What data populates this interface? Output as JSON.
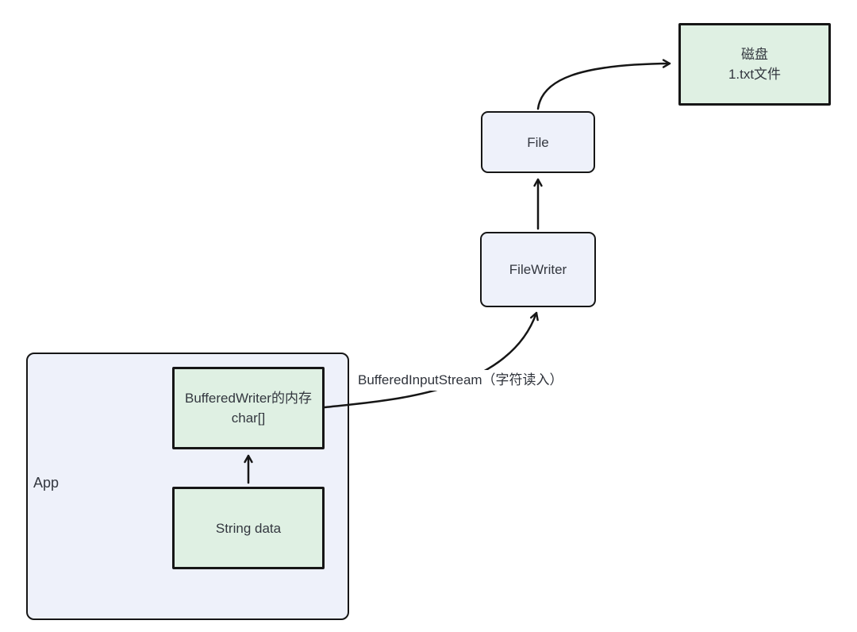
{
  "diagram": {
    "nodes": {
      "disk": {
        "line1": "磁盘",
        "line2": "1.txt文件"
      },
      "file": {
        "label": "File"
      },
      "filewriter": {
        "label": "FileWriter"
      },
      "app": {
        "label": "App"
      },
      "buffered_writer": {
        "line1": "BufferedWriter的内存",
        "line2": "char[]"
      },
      "string_data": {
        "label": "String data"
      }
    },
    "edge_label": {
      "text": "BufferedInputStream（字符读入）"
    },
    "colors": {
      "green_fill": "#dff0e3",
      "blue_fill": "#eef1fa",
      "stroke": "#161616",
      "text": "#33373f"
    }
  }
}
